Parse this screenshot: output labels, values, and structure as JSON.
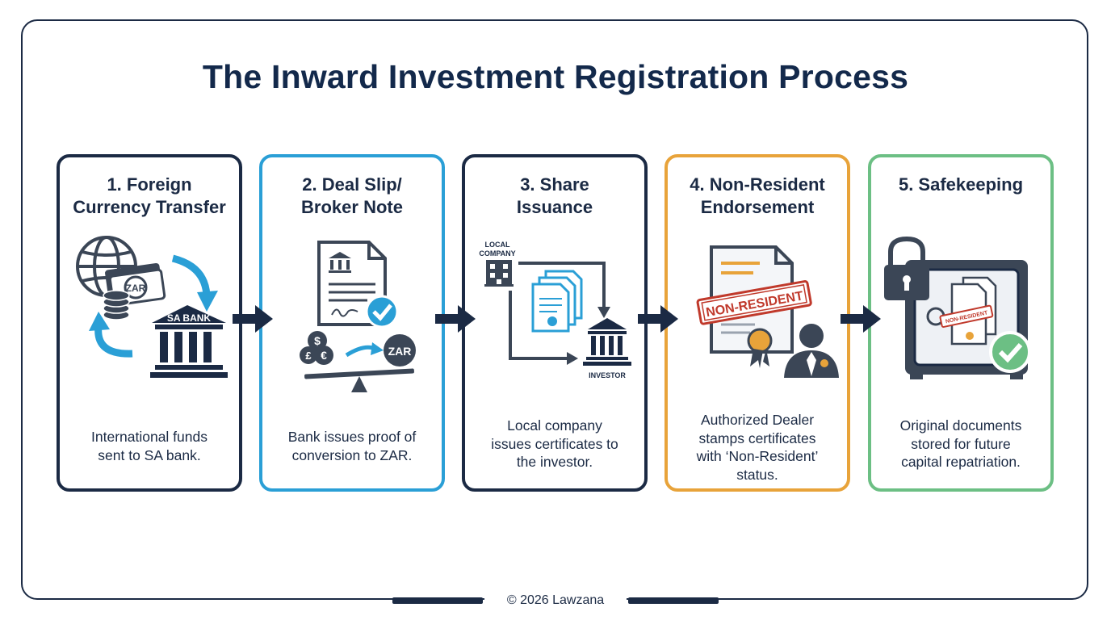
{
  "title": "The Inward Investment Registration Process",
  "colors": {
    "navy": "#1b2a44",
    "blue": "#2a9fd6",
    "orange": "#e8a33a",
    "green": "#6cbf84",
    "stamp_red": "#c0392b"
  },
  "steps": [
    {
      "title_lines": [
        "1. Foreign",
        "Currency Transfer"
      ],
      "desc_lines": [
        "International funds",
        "sent to SA bank."
      ],
      "border": "#1b2a44",
      "icon": "globe-bank-transfer-icon",
      "icon_text": [
        "ZAR",
        "SA BANK"
      ]
    },
    {
      "title_lines": [
        "2. Deal Slip/",
        "Broker Note"
      ],
      "desc_lines": [
        "Bank issues proof of",
        "conversion to ZAR."
      ],
      "border": "#2a9fd6",
      "icon": "deal-slip-conversion-icon",
      "icon_text": [
        "ZAR"
      ]
    },
    {
      "title_lines": [
        "3. Share",
        "Issuance"
      ],
      "desc_lines": [
        "Local company",
        "issues certificates to",
        "the investor."
      ],
      "border": "#1b2a44",
      "icon": "share-issuance-icon",
      "icon_text": [
        "LOCAL",
        "COMPANY",
        "INVESTOR"
      ]
    },
    {
      "title_lines": [
        "4. Non-Resident",
        "Endorsement"
      ],
      "desc_lines": [
        "Authorized Dealer",
        "stamps certificates",
        "with ‘Non-Resident’",
        "status."
      ],
      "border": "#e8a33a",
      "icon": "non-resident-stamp-icon",
      "icon_text": [
        "NON-RESIDENT"
      ]
    },
    {
      "title_lines": [
        "5. Safekeeping"
      ],
      "desc_lines": [
        "Original documents",
        "stored for future",
        "capital repatriation."
      ],
      "border": "#6cbf84",
      "icon": "safe-vault-icon",
      "icon_text": [
        "NON-RESIDENT"
      ]
    }
  ],
  "footer": "© 2026 Lawzana"
}
